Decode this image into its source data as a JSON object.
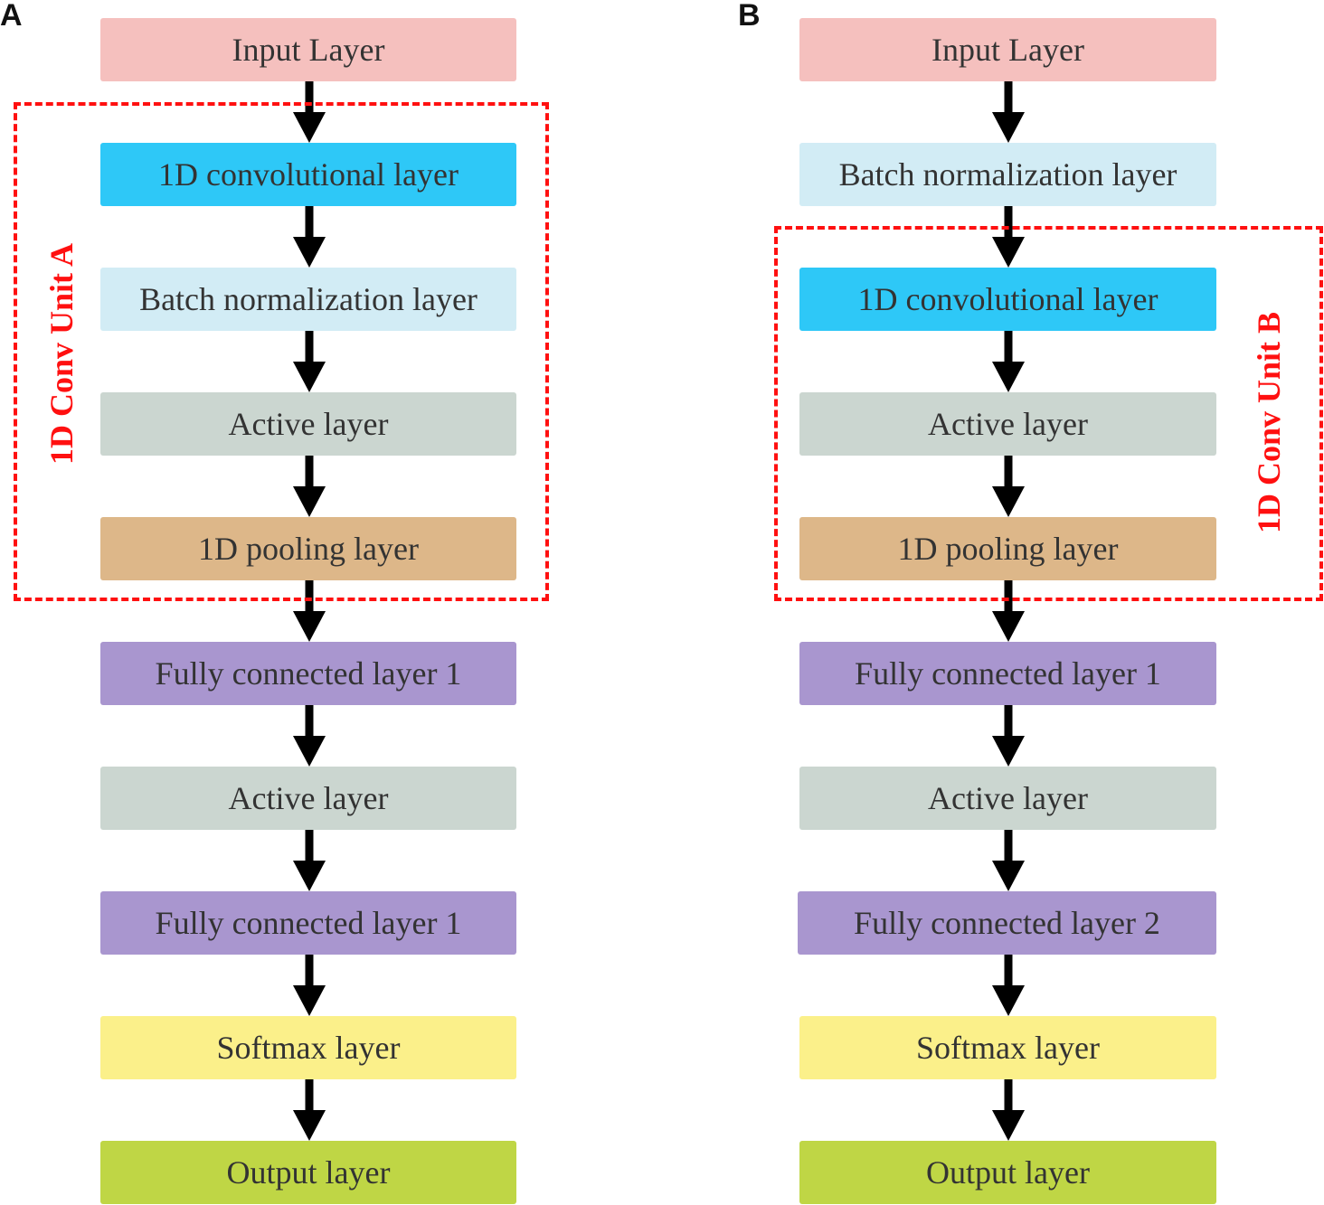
{
  "colors": {
    "input": "#f5c0be",
    "conv": "#2ec8f7",
    "batch_norm": "#d2ecf5",
    "active": "#cbd6d0",
    "pooling": "#ddb789",
    "fully_connected": "#a996cf",
    "softmax": "#fbf08a",
    "output": "#bfd645",
    "unit_frame": "#ff1010",
    "arrow": "#000000"
  },
  "panel_a": {
    "label": "A",
    "unit_label": "1D Conv Unit A",
    "layers": [
      {
        "name": "Input Layer",
        "kind": "input"
      },
      {
        "name": "1D convolutional layer",
        "kind": "conv"
      },
      {
        "name": "Batch normalization layer",
        "kind": "batch_norm"
      },
      {
        "name": "Active layer",
        "kind": "active"
      },
      {
        "name": "1D pooling layer",
        "kind": "pooling"
      },
      {
        "name": "Fully connected layer 1",
        "kind": "fully_connected"
      },
      {
        "name": "Active layer",
        "kind": "active"
      },
      {
        "name": "Fully connected layer 1",
        "kind": "fully_connected"
      },
      {
        "name": "Softmax layer",
        "kind": "softmax"
      },
      {
        "name": "Output layer",
        "kind": "output"
      }
    ]
  },
  "panel_b": {
    "label": "B",
    "unit_label": "1D Conv Unit B",
    "layers": [
      {
        "name": "Input Layer",
        "kind": "input"
      },
      {
        "name": "Batch normalization layer",
        "kind": "batch_norm"
      },
      {
        "name": "1D convolutional layer",
        "kind": "conv"
      },
      {
        "name": "Active layer",
        "kind": "active"
      },
      {
        "name": "1D pooling layer",
        "kind": "pooling"
      },
      {
        "name": "Fully connected layer 1",
        "kind": "fully_connected"
      },
      {
        "name": "Active layer",
        "kind": "active"
      },
      {
        "name": "Fully connected layer 2",
        "kind": "fully_connected"
      },
      {
        "name": "Softmax layer",
        "kind": "softmax"
      },
      {
        "name": "Output layer",
        "kind": "output"
      }
    ]
  }
}
